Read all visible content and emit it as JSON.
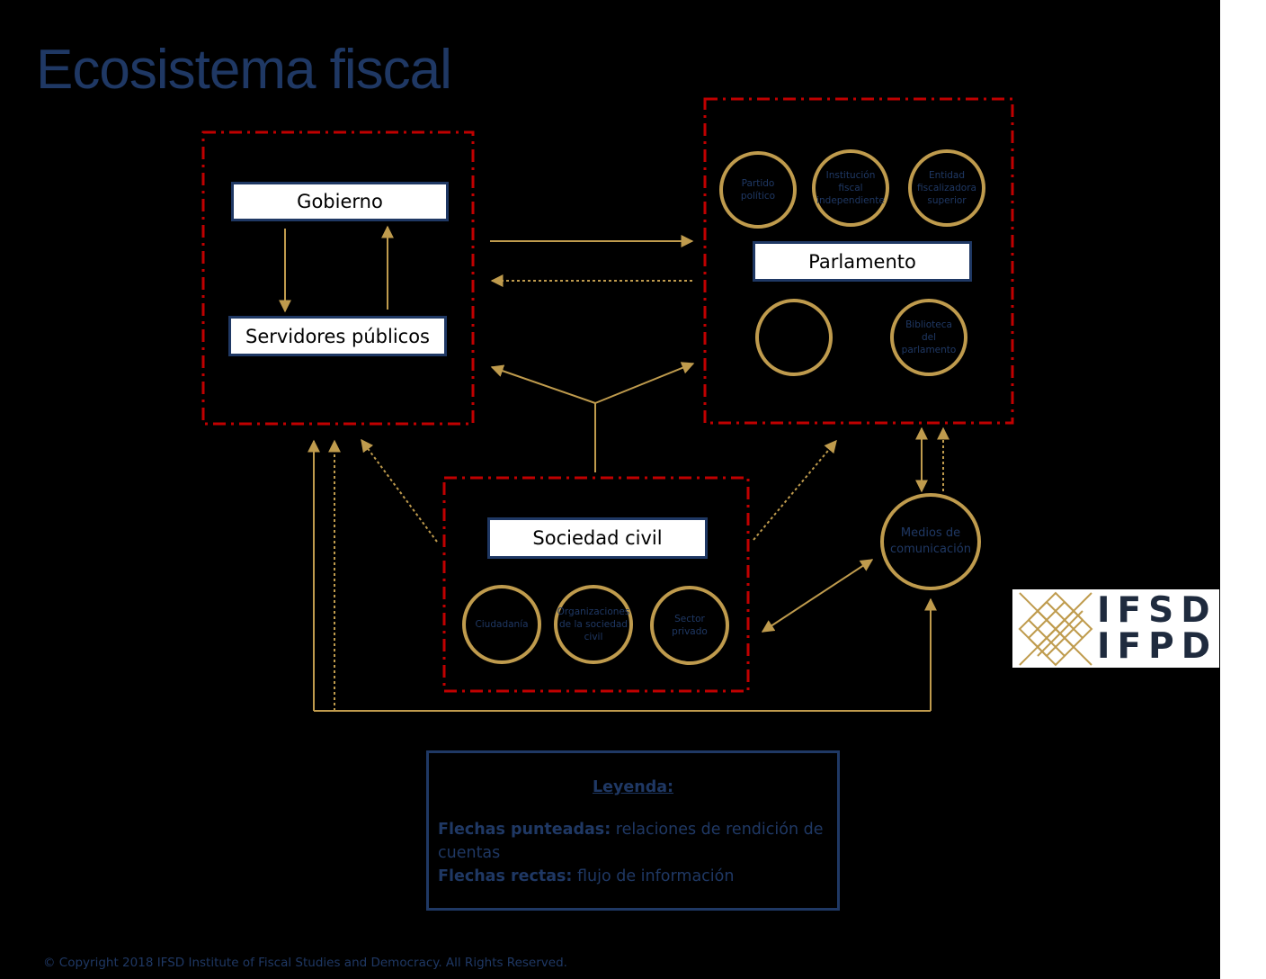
{
  "title": "Ecosistema fiscal",
  "nodes": {
    "gobierno": "Gobierno",
    "servidores": "Servidores públicos",
    "parlamento": "Parlamento",
    "sociedad": "Sociedad civil"
  },
  "parlamento_circles": {
    "partido": [
      "Partido",
      "político"
    ],
    "institucion": [
      "Institución",
      "fiscal",
      "independiente"
    ],
    "entidad": [
      "Entidad",
      "fiscalizadora",
      "superior"
    ],
    "empty": "",
    "biblioteca": [
      "Biblioteca",
      "del",
      "parlamento"
    ]
  },
  "sociedad_circles": {
    "ciudadania": [
      "Ciudadanía"
    ],
    "organizaciones": [
      "Organizaciones",
      "de la sociedad",
      "civil"
    ],
    "sector": [
      "Sector",
      "privado"
    ]
  },
  "medios": [
    "Medios de",
    "comunicación"
  ],
  "logo": {
    "line1": "IFSD",
    "line2": "IFPD"
  },
  "legend": {
    "title": "Leyenda:",
    "dotted_label": "Flechas punteadas:",
    "dotted_text": " relaciones de rendición de cuentas",
    "straight_label": "Flechas rectas:",
    "straight_text": " flujo de información"
  },
  "copyright": "© Copyright 2018 IFSD Institute of Fiscal Studies and Democracy. All Rights Reserved.",
  "colors": {
    "gold": "#bf9b4d",
    "navy": "#1f3864",
    "red": "#c00000",
    "background": "#000000"
  }
}
